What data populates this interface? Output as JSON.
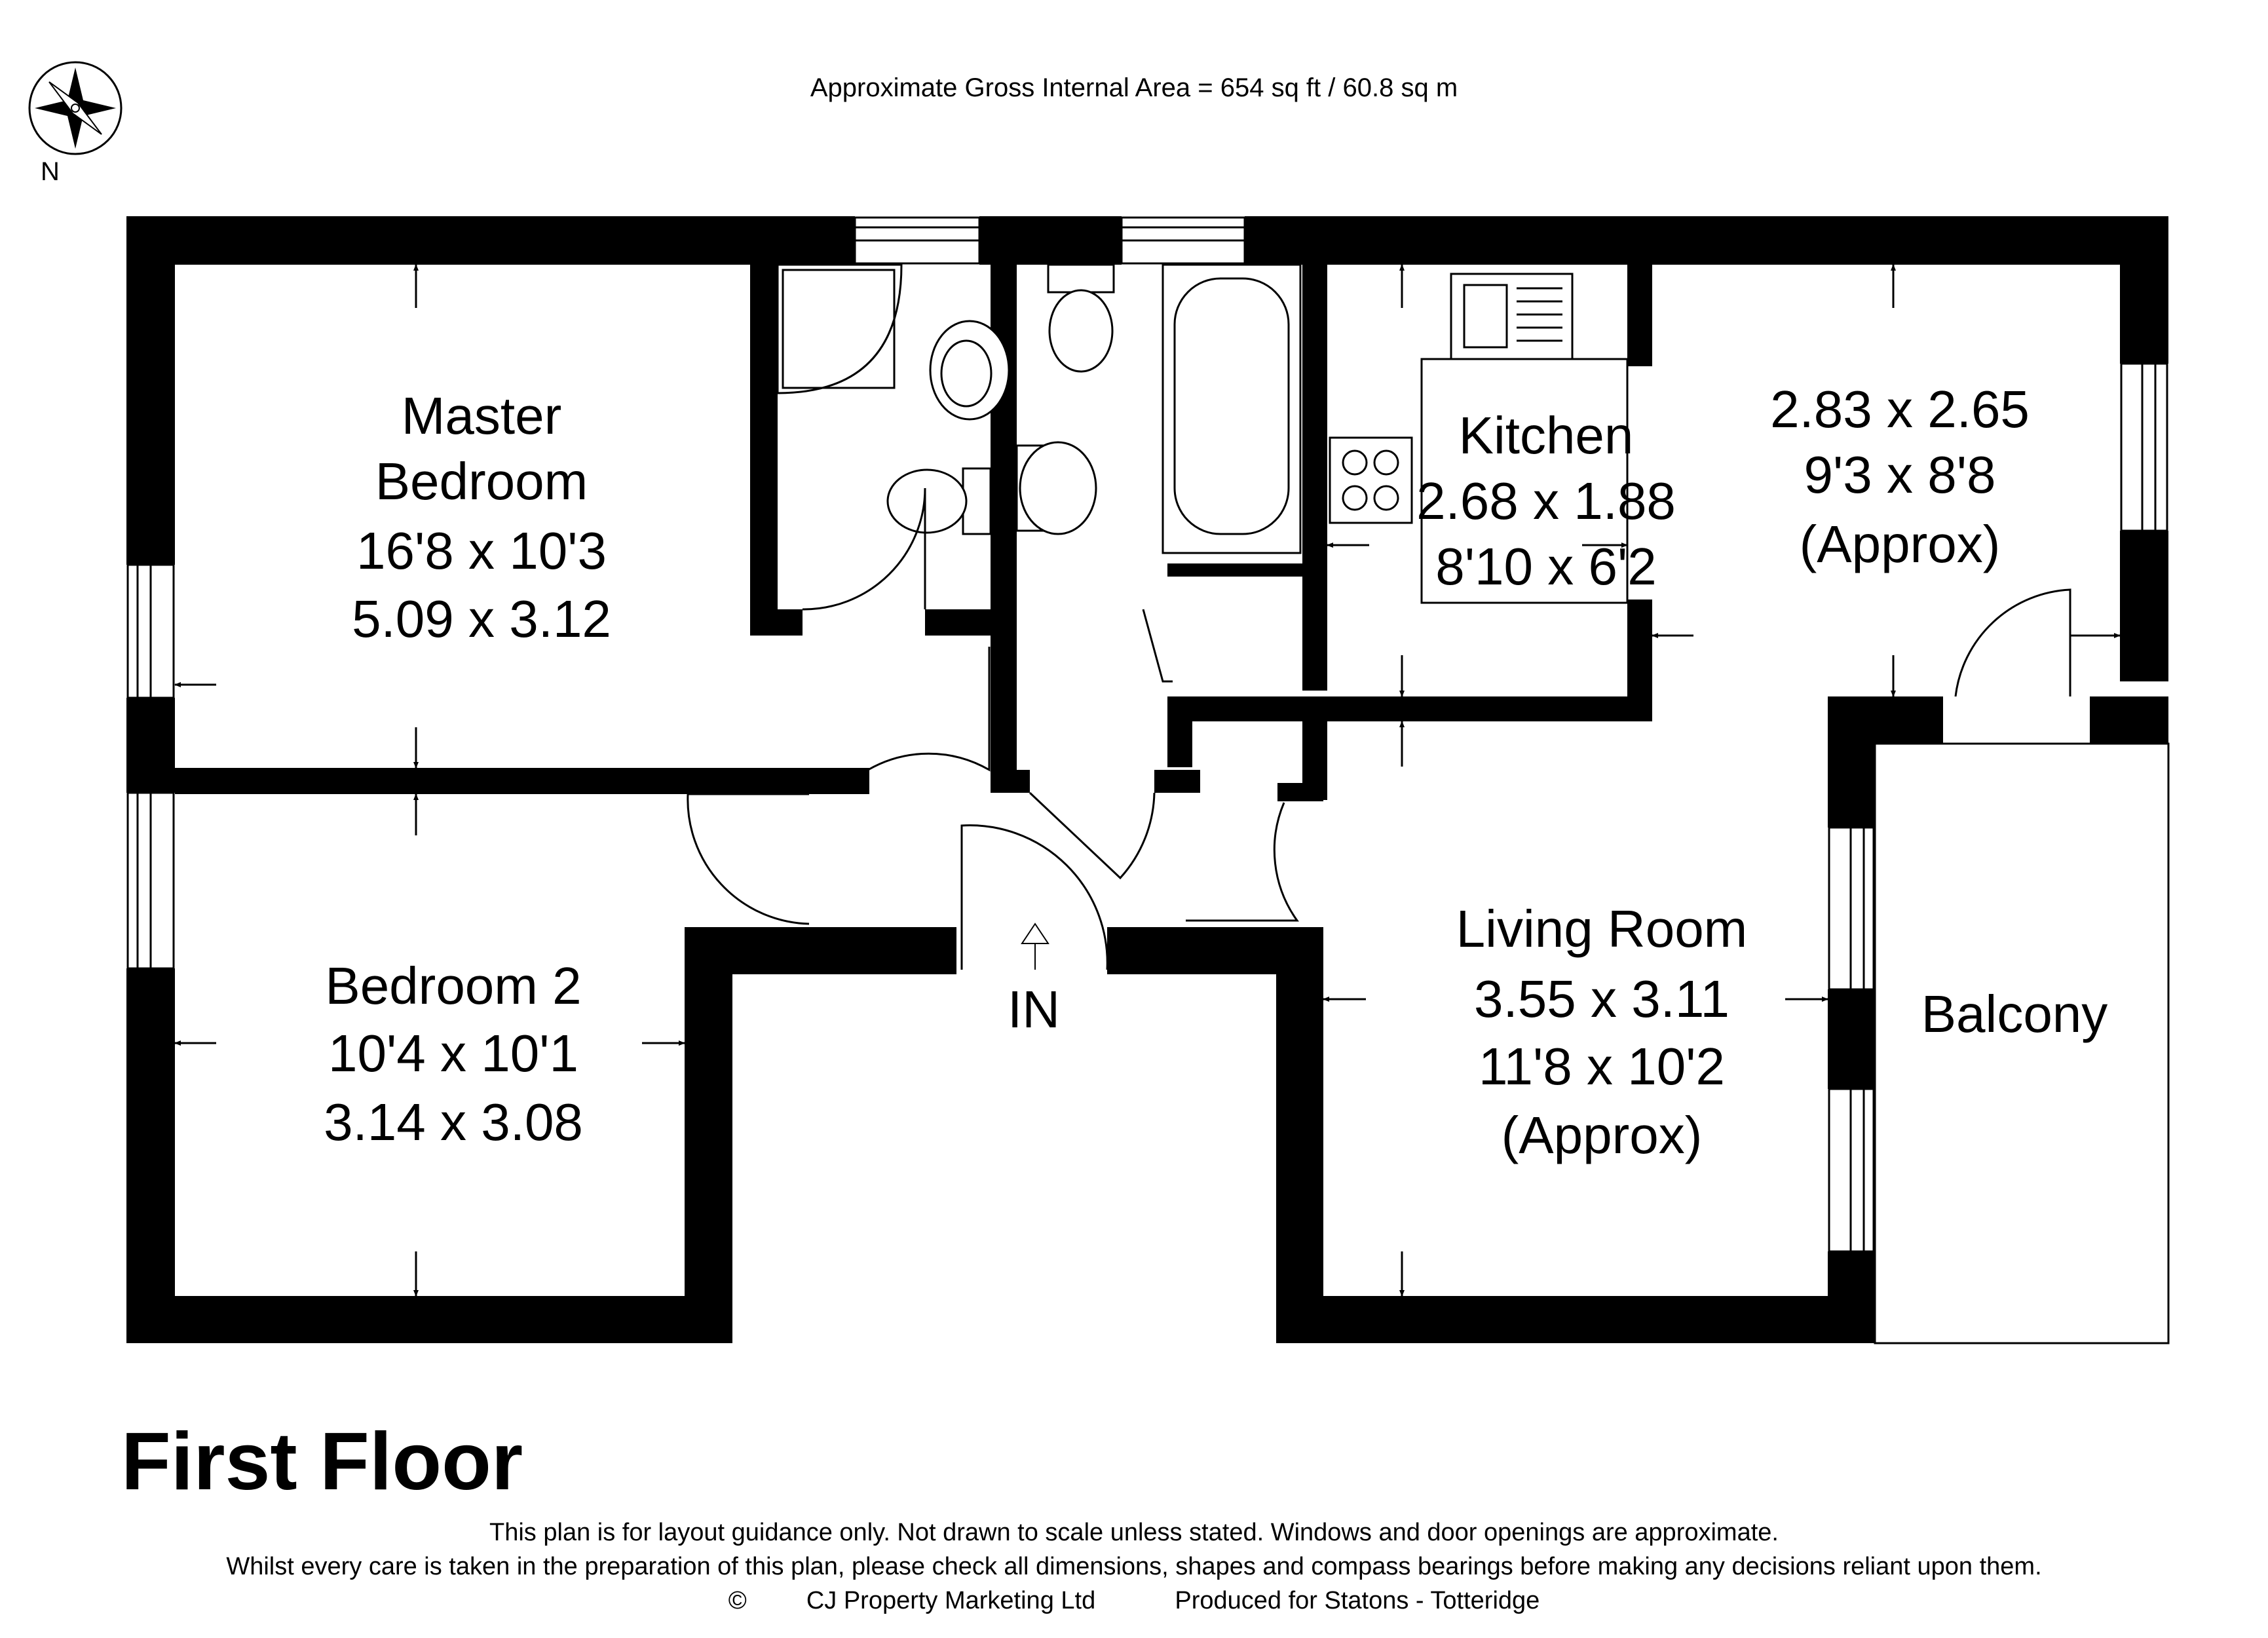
{
  "header": {
    "area_text": "Approximate Gross Internal Area = 654 sq ft / 60.8 sq m"
  },
  "compass": {
    "north_label": "N"
  },
  "rooms": {
    "master_bedroom": {
      "name_line1": "Master",
      "name_line2": "Bedroom",
      "dim_imperial": "16'8 x 10'3",
      "dim_metric": "5.09 x 3.12"
    },
    "kitchen": {
      "name": "Kitchen",
      "dim_metric": "2.68 x 1.88",
      "dim_imperial": "8'10 x 6'2"
    },
    "dining": {
      "dim_metric": "2.83 x 2.65",
      "dim_imperial": "9'3 x 8'8",
      "note": "(Approx)"
    },
    "bedroom2": {
      "name": "Bedroom 2",
      "dim_imperial": "10'4 x 10'1",
      "dim_metric": "3.14 x 3.08"
    },
    "living_room": {
      "name": "Living Room",
      "dim_metric": "3.55 x 3.11",
      "dim_imperial": "11'8 x 10'2",
      "note": "(Approx)"
    },
    "balcony": {
      "name": "Balcony"
    }
  },
  "entrance": {
    "label": "IN"
  },
  "floor_title": "First Floor",
  "footer": {
    "line1": "This plan is for layout guidance only. Not drawn to scale unless stated. Windows and door openings are approximate.",
    "line2": "Whilst every care is taken in the preparation of this plan, please check all dimensions, shapes and compass bearings before making any decisions reliant upon them.",
    "copyright_symbol": "©",
    "company": "CJ Property Marketing Ltd",
    "produced_for": "Produced for Statons - Totteridge"
  }
}
